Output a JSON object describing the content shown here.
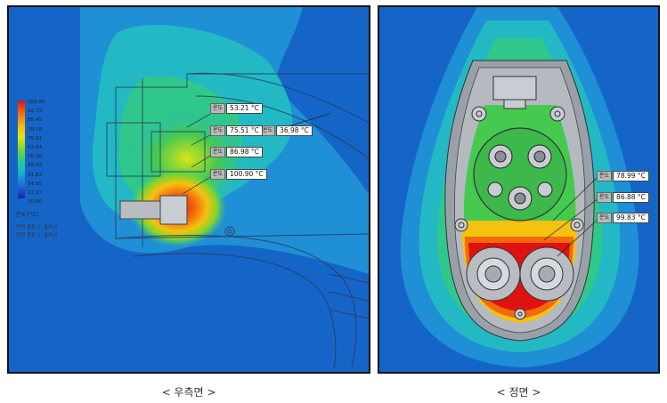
{
  "left_view": {
    "caption": "< 우측면 >",
    "legend": {
      "ticks": [
        "100.00",
        "92.73",
        "85.45",
        "78.18",
        "70.91",
        "63.64",
        "56.36",
        "49.09",
        "41.82",
        "34.55",
        "27.27",
        "20.00"
      ],
      "unit": "온도 [°C]",
      "note_lines": [
        "단면 플롯 2: 솔루션",
        "단면 플롯 2: 솔루션"
      ]
    },
    "probes": [
      {
        "tag": "온도",
        "value": "53.21 °C"
      },
      {
        "tag": "온도",
        "value": "36.98 °C"
      },
      {
        "tag": "온도",
        "value": "75.51 °C"
      },
      {
        "tag": "온도",
        "value": "86.98 °C"
      },
      {
        "tag": "온도",
        "value": "100.90 °C"
      }
    ]
  },
  "right_view": {
    "caption": "< 정면 >",
    "probes": [
      {
        "tag": "온도",
        "value": "78.99 °C"
      },
      {
        "tag": "온도",
        "value": "86.88 °C"
      },
      {
        "tag": "온도",
        "value": "99.83 °C"
      }
    ]
  },
  "colors": {
    "background_cold": "#1565c8",
    "hot": "#e0120f",
    "warm": "#f5c20f",
    "mid": "#45c94f",
    "cool": "#23b9c4"
  }
}
